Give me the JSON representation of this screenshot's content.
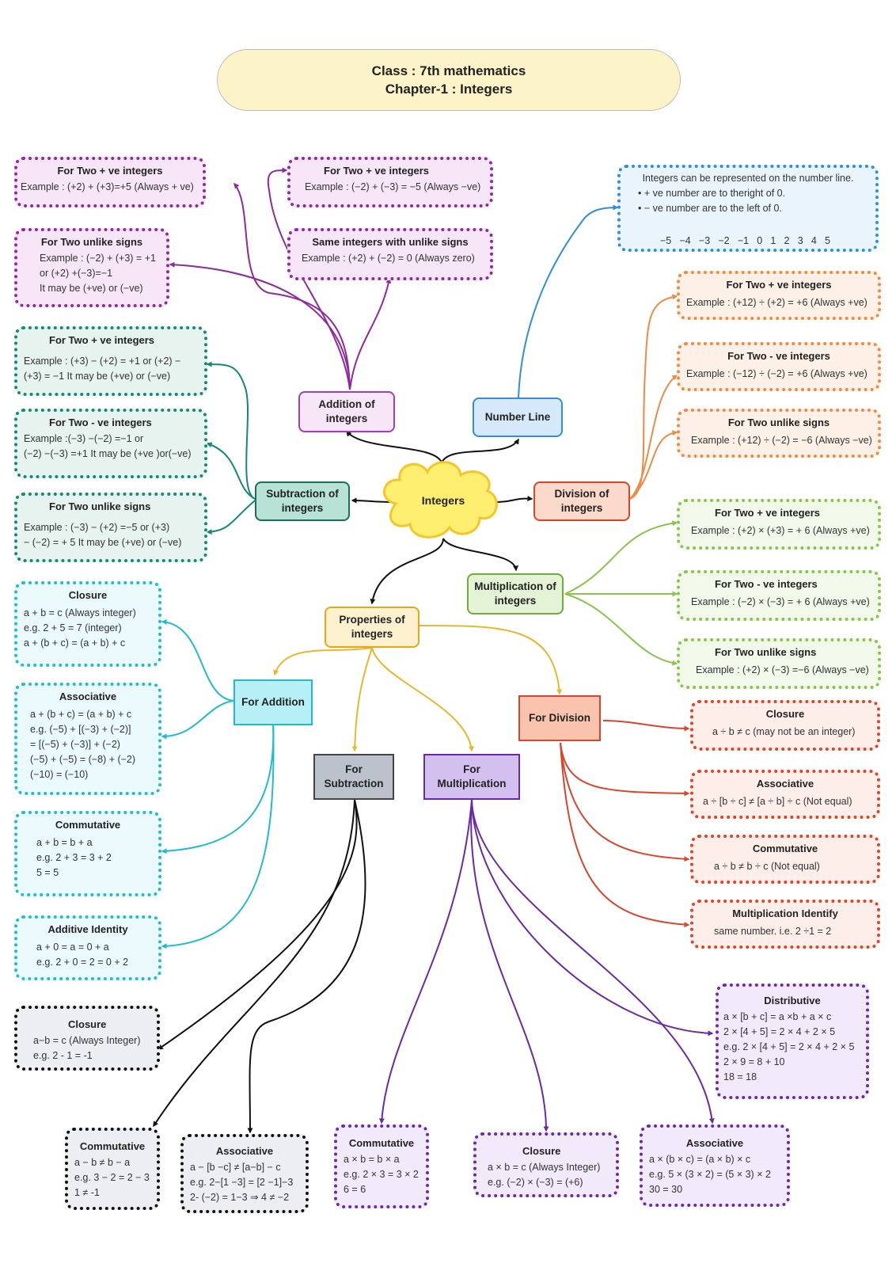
{
  "title": {
    "line1": "Class : 7th mathematics",
    "line2": "Chapter-1 : Integers"
  },
  "center": "Integers",
  "nodes": {
    "addition": "Addition of integers",
    "subtraction": "Subtraction of integers",
    "number_line": "Number Line",
    "division": "Division of integers",
    "multiplication": "Multiplication of integers",
    "properties": "Properties of integers",
    "for_addition": "For Addition",
    "for_subtraction": "For Subtraction",
    "for_multiplication": "For Multiplication",
    "for_division": "For Division"
  },
  "addition_boxes": [
    {
      "heading": "For Two + ve integers",
      "lines": [
        "Example : (+2) + (+3)=+5 (Always + ve)"
      ]
    },
    {
      "heading": "For Two + ve integers",
      "lines": [
        "Example : (−2) + (−3) = −5 (Always −ve)"
      ]
    },
    {
      "heading": "For Two unlike signs",
      "lines": [
        "Example : (−2) + (+3) = +1",
        "or  (+2)   +(−3)=−1",
        "It may be (+ve) or (−ve)"
      ]
    },
    {
      "heading": "Same integers with unlike signs",
      "lines": [
        "Example : (+2) + (−2) = 0 (Always zero)"
      ]
    }
  ],
  "subtraction_boxes": [
    {
      "heading": "For Two + ve integers",
      "lines": [
        "Example : (+3) − (+2) = +1 or (+2) −",
        "(+3) = −1 It may be (+ve) or (−ve)"
      ]
    },
    {
      "heading": "For Two - ve integers",
      "lines": [
        "Example :(−3) −(−2) =−1 or",
        "(−2) −(−3) =+1 It may be (+ve )or(−ve)"
      ]
    },
    {
      "heading": "For Two unlike signs",
      "lines": [
        "Example : (−3) − (+2) =−5 or  (+3)",
        "− (−2) = + 5 It may be (+ve) or (−ve)"
      ]
    }
  ],
  "number_line_box": {
    "heading": "Integers can be represented on the number line.",
    "lines": [
      "•   + ve  number are to theright of 0.",
      "•   − ve number are to the left of 0."
    ],
    "ticks": [
      "−5",
      "−4",
      "−3",
      "−2",
      "−1",
      "0",
      "1",
      "2",
      "3",
      "4",
      "5"
    ]
  },
  "division_boxes": [
    {
      "heading": "For Two + ve integers",
      "lines": [
        "Example : (+12) ÷  (+2) = +6 (Always +ve)"
      ]
    },
    {
      "heading": "For Two - ve integers",
      "lines": [
        "Example : (−12) ÷  (−2) = +6 (Always +ve)"
      ]
    },
    {
      "heading": "For Two unlike signs",
      "lines": [
        "Example : (+12) ÷ (−2) = −6 (Always −ve)"
      ]
    }
  ],
  "multiplication_boxes": [
    {
      "heading": "For Two + ve integers",
      "lines": [
        "Example : (+2) × (+3) = + 6 (Always +ve)"
      ]
    },
    {
      "heading": "For Two - ve integers",
      "lines": [
        "Example : (−2) × (−3) = + 6 (Always +ve)"
      ]
    },
    {
      "heading": "For Two unlike signs",
      "lines": [
        "Example : (+2) × (−3) =−6 (Always −ve)"
      ]
    }
  ],
  "prop_addition_boxes": [
    {
      "heading": "Closure",
      "lines": [
        "a + b = c (Always integer)",
        "e.g. 2 + 5 = 7 (integer)",
        "a + (b + c) = (a + b) + c"
      ]
    },
    {
      "heading": "Associative",
      "lines": [
        "a + (b + c) = (a + b) + c",
        "e.g. (−5) + [(−3) + (−2)]",
        "= [(−5) + (−3)] + (−2)",
        "(−5) + (−5) = (−8) + (−2)",
        "(−10) = (−10)"
      ]
    },
    {
      "heading": "Commutative",
      "lines": [
        "a + b = b + a",
        "e.g. 2 + 3 = 3 + 2",
        "5 = 5"
      ]
    },
    {
      "heading": "Additive Identity",
      "lines": [
        "a + 0 = a = 0 + a",
        "e.g. 2 + 0 = 2 = 0 + 2"
      ]
    }
  ],
  "prop_subtraction_boxes": [
    {
      "heading": "Closure",
      "lines": [
        "a−b = c (Always Integer)",
        "e.g. 2 - 1 = -1"
      ]
    },
    {
      "heading": "Commutative",
      "lines": [
        "a − b ≠ b − a",
        "e.g. 3 − 2 = 2 − 3",
        "1 ≠ -1"
      ]
    },
    {
      "heading": "Associative",
      "lines": [
        "a − [b −c] ≠ [a−b] − c",
        "e.g. 2−[1 −3] = [2 −1]−3",
        "2- (−2) = 1−3 ⇒ 4 ≠ −2"
      ]
    }
  ],
  "prop_multiplication_boxes": [
    {
      "heading": "Commutative",
      "lines": [
        "a × b = b × a",
        "e.g. 2 × 3 = 3 × 2",
        "6 = 6"
      ]
    },
    {
      "heading": "Closure",
      "lines": [
        "a × b = c (Always Integer)",
        "e.g. (−2) × (−3) = (+6)"
      ]
    },
    {
      "heading": "Associative",
      "lines": [
        "a × (b × c) = (a × b) × c",
        "e.g. 5 × (3 × 2) = (5 × 3) × 2",
        "30 = 30"
      ]
    },
    {
      "heading": "Distributive",
      "lines": [
        "a × [b + c] = a ×b + a × c",
        "2 × [4 + 5] = 2 × 4 + 2 × 5",
        "e.g. 2 × [4 + 5] = 2 × 4 + 2 × 5",
        "2 × 9 = 8 + 10",
        "18 = 18"
      ]
    }
  ],
  "prop_division_boxes": [
    {
      "heading": "Closure",
      "lines": [
        "a ÷ b ≠ c (may not be an integer)"
      ]
    },
    {
      "heading": "Associative",
      "lines": [
        "a ÷ [b ÷ c] ≠ [a ÷ b] ÷ c (Not equal)"
      ]
    },
    {
      "heading": "Commutative",
      "lines": [
        "a ÷ b ≠ b ÷ c (Not equal)"
      ]
    },
    {
      "heading": "Multiplication Identify",
      "lines": [
        "same number. i.e. 2 ÷1 = 2"
      ]
    }
  ],
  "colors": {
    "addition": "#8e2a9e",
    "addition_fill": "#f7e6f7",
    "subtraction": "#138a73",
    "subtraction_fill": "#e6f3ee",
    "number_line": "#2f8fd8",
    "number_line_fill": "#e9f4fd",
    "division": "#ee8a42",
    "division_fill": "#fdf0e6",
    "multiplication": "#8ac44a",
    "multiplication_fill": "#f3f9ea",
    "properties": "#e8b72c",
    "prop_addition": "#20bccc",
    "prop_addition_fill": "#eaf9fb",
    "prop_subtraction": "#111111",
    "prop_subtraction_fill": "#eceef1",
    "prop_multiplication": "#6a2aa5",
    "prop_multiplication_fill": "#f1eafa",
    "prop_division": "#d9452a",
    "prop_division_fill": "#fdeeea"
  }
}
